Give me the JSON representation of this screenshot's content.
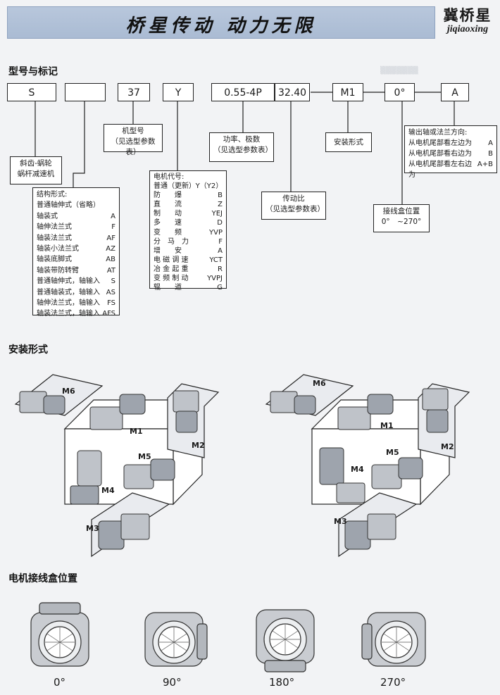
{
  "header": {
    "title": "桥星传动  动力无限",
    "brand_cn": "冀桥星",
    "brand_pinyin": "jiqiaoxing"
  },
  "model": {
    "section_title": "型号与标记",
    "codes": [
      "S",
      "",
      "37",
      "Y",
      "0.55-4P",
      "32.40",
      "M1",
      "0°",
      "A"
    ],
    "dash": "—",
    "type_box": [
      "斜齿-蜗轮",
      "蜗杆减速机"
    ],
    "structure": {
      "title": "结构形式:",
      "items": [
        {
          "name": "普通轴伸式（省略）",
          "code": ""
        },
        {
          "name": "轴装式",
          "code": "A"
        },
        {
          "name": "轴伸法兰式",
          "code": "F"
        },
        {
          "name": "轴装法兰式",
          "code": "AF"
        },
        {
          "name": "轴装小法兰式",
          "code": "AZ"
        },
        {
          "name": "轴装底脚式",
          "code": "AB"
        },
        {
          "name": "轴装带防转臂",
          "code": "AT"
        },
        {
          "name": "普通轴伸式，轴输入",
          "code": "S"
        },
        {
          "name": "普通轴装式，轴输入",
          "code": "AS"
        },
        {
          "name": "轴伸法兰式，轴输入",
          "code": "FS"
        },
        {
          "name": "轴装法兰式，轴输入",
          "code": "AFS"
        }
      ]
    },
    "frame": {
      "line1": "机型号",
      "line2": "（见选型参数表）"
    },
    "motor": {
      "title": "电机代号:",
      "items": [
        {
          "name": "普通（更新）",
          "code": "Y（Y2）"
        },
        {
          "name": "防　　爆",
          "code": "B"
        },
        {
          "name": "直　　流",
          "code": "Z"
        },
        {
          "name": "制　　动",
          "code": "YEJ"
        },
        {
          "name": "多　　速",
          "code": "D"
        },
        {
          "name": "变　　频",
          "code": "YVP"
        },
        {
          "name": "分　马　力",
          "code": "F"
        },
        {
          "name": "增　　安",
          "code": "A"
        },
        {
          "name": "电 磁 调 速",
          "code": "YCT"
        },
        {
          "name": "冶 金 起 重",
          "code": "R"
        },
        {
          "name": "变 频 制 动",
          "code": "YVPJ"
        },
        {
          "name": "辊　　道",
          "code": "G"
        }
      ]
    },
    "power": {
      "line1": "功率、极数",
      "line2": "（见选型参数表）"
    },
    "ratio": {
      "line1": "传动比",
      "line2": "（见选型参数表）"
    },
    "mount": {
      "line1": "安装形式"
    },
    "junction": {
      "line1": "接线盒位置",
      "line2": "0°　~270°"
    },
    "flange": {
      "title": "输出轴或法兰方向:",
      "items": [
        {
          "name": "从电机尾部看左边为",
          "code": "A"
        },
        {
          "name": "从电机尾部看右边为",
          "code": "B"
        },
        {
          "name": "从电机尾部看左右边为",
          "code": "A+B"
        }
      ]
    }
  },
  "mounting": {
    "section_title": "安装形式",
    "labels": [
      "M1",
      "M2",
      "M3",
      "M4",
      "M5",
      "M6"
    ]
  },
  "junction_pos": {
    "section_title": "电机接线盒位置",
    "angles": [
      "0°",
      "90°",
      "180°",
      "270°"
    ]
  }
}
